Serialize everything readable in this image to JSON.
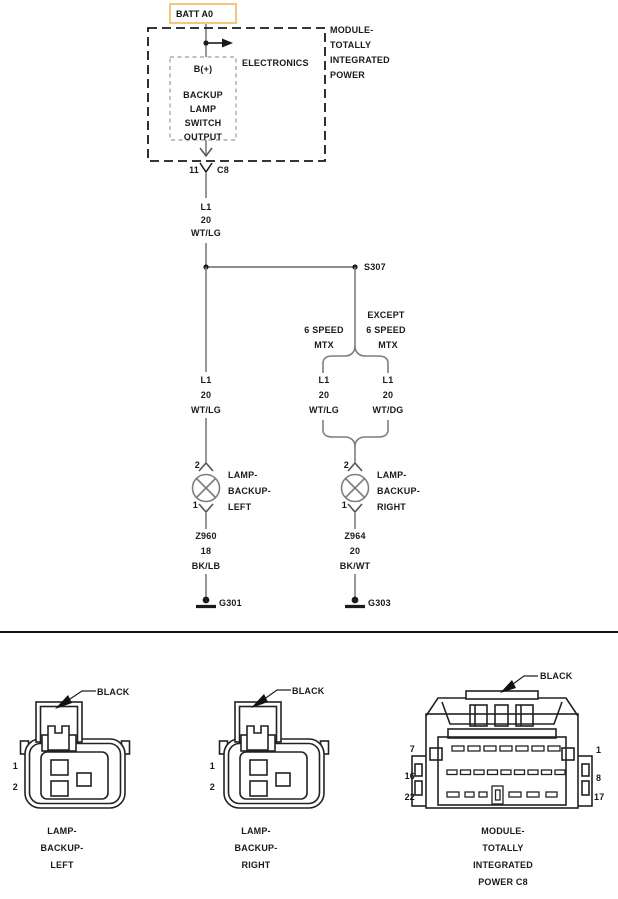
{
  "colors": {
    "batt_box_border": "#f4c77e",
    "wire": "#7d7d7d",
    "ink": "#1a1a1a"
  },
  "module": {
    "batt_label": "BATT A0",
    "name_lines": [
      "MODULE-",
      "TOTALLY",
      "INTEGRATED",
      "POWER"
    ],
    "electronics": "ELECTRONICS",
    "b_plus": "B(+)",
    "function_lines": [
      "BACKUP",
      "LAMP",
      "SWITCH",
      "OUTPUT"
    ],
    "pin": "11",
    "connector": "C8"
  },
  "circuit": {
    "upper": {
      "id": "L1",
      "gauge": "20",
      "color": "WT/LG"
    },
    "splice": "S307",
    "left": {
      "id": "L1",
      "gauge": "20",
      "color": "WT/LG"
    },
    "branch_left": {
      "cond1": "6 SPEED",
      "cond2": "MTX",
      "id": "L1",
      "gauge": "20",
      "color": "WT/LG"
    },
    "branch_right": {
      "cond1": "EXCEPT",
      "cond2": "6 SPEED",
      "cond3": "MTX",
      "id": "L1",
      "gauge": "20",
      "color": "WT/DG"
    }
  },
  "lamp_left": {
    "pin_top": "2",
    "pin_bottom": "1",
    "label_lines": [
      "LAMP-",
      "BACKUP-",
      "LEFT"
    ],
    "ground_wire": {
      "id": "Z960",
      "gauge": "18",
      "color": "BK/LB"
    },
    "ground": "G301"
  },
  "lamp_right": {
    "pin_top": "2",
    "pin_bottom": "1",
    "label_lines": [
      "LAMP-",
      "BACKUP-",
      "RIGHT"
    ],
    "ground_wire": {
      "id": "Z964",
      "gauge": "20",
      "color": "BK/WT"
    },
    "ground": "G303"
  },
  "connector_views": {
    "lamp_left": {
      "color": "BLACK",
      "pin_labels": [
        "1",
        "2"
      ],
      "caption_lines": [
        "LAMP-",
        "BACKUP-",
        "LEFT"
      ]
    },
    "lamp_right": {
      "color": "BLACK",
      "pin_labels": [
        "1",
        "2"
      ],
      "caption_lines": [
        "LAMP-",
        "BACKUP-",
        "RIGHT"
      ]
    },
    "tipm": {
      "color": "BLACK",
      "pins_left": [
        "7",
        "16",
        "22"
      ],
      "pins_right": [
        "1",
        "8",
        "17"
      ],
      "caption_lines": [
        "MODULE-",
        "TOTALLY",
        "INTEGRATED",
        "POWER C8"
      ]
    }
  }
}
